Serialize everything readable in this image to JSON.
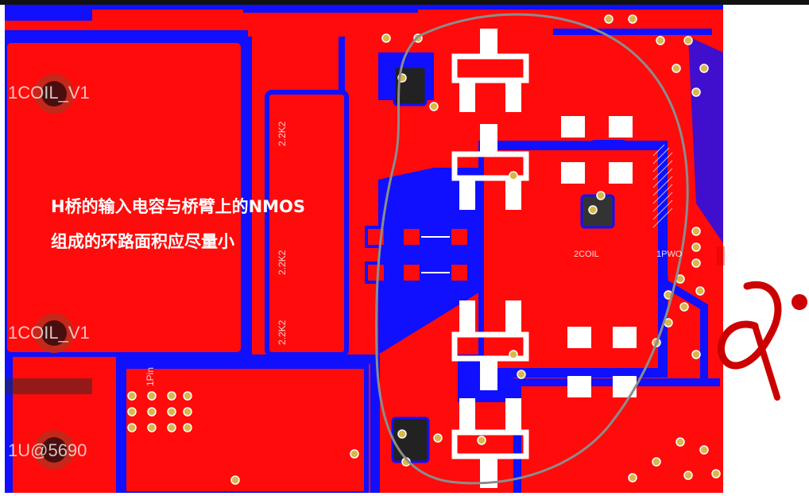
{
  "annotation": {
    "line1": "H桥的输入电容与桥臂上的NMOS",
    "line2": "组成的环路面积应尽量小"
  },
  "silkscreen": {
    "coil_top": "1COIL_V1",
    "coil_mid": "1COIL_V1",
    "coil_bottom": "1U@5690",
    "ref_2k2_a": "2.2K2",
    "ref_2k2_b": "2.2K2",
    "ref_2k2_c": "2.2K2",
    "ref_2coil": "2COIL",
    "ref_1pw": "1PWO",
    "ref_1pin": "1Pin"
  },
  "colors": {
    "board": "#ff0b0b",
    "copper_blue": "#1010ff",
    "outline": "#808080",
    "pad": "#ffffff"
  }
}
